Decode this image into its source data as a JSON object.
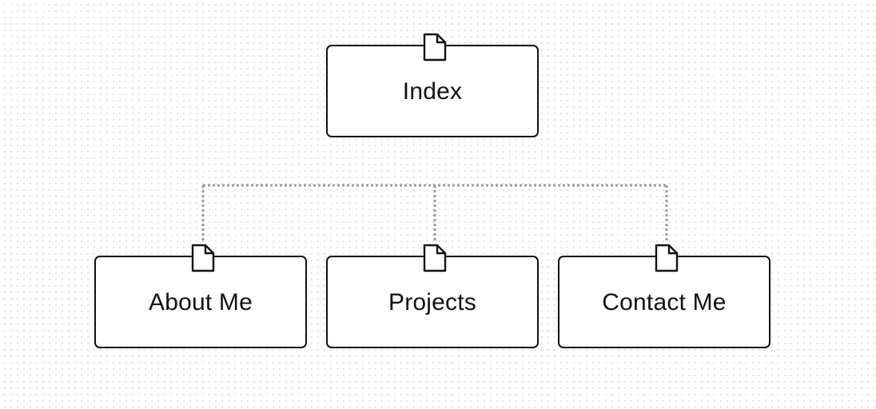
{
  "diagram": {
    "root": {
      "label": "Index",
      "icon": "page-icon"
    },
    "children": [
      {
        "label": "About Me",
        "icon": "page-icon"
      },
      {
        "label": "Projects",
        "icon": "page-icon"
      },
      {
        "label": "Contact Me",
        "icon": "page-icon"
      }
    ],
    "connector_style": "dotted",
    "colors": {
      "node_border": "#111111",
      "node_fill": "#ffffff",
      "connector": "#9a9a9a",
      "grid_dot": "#e2e2e2"
    }
  }
}
